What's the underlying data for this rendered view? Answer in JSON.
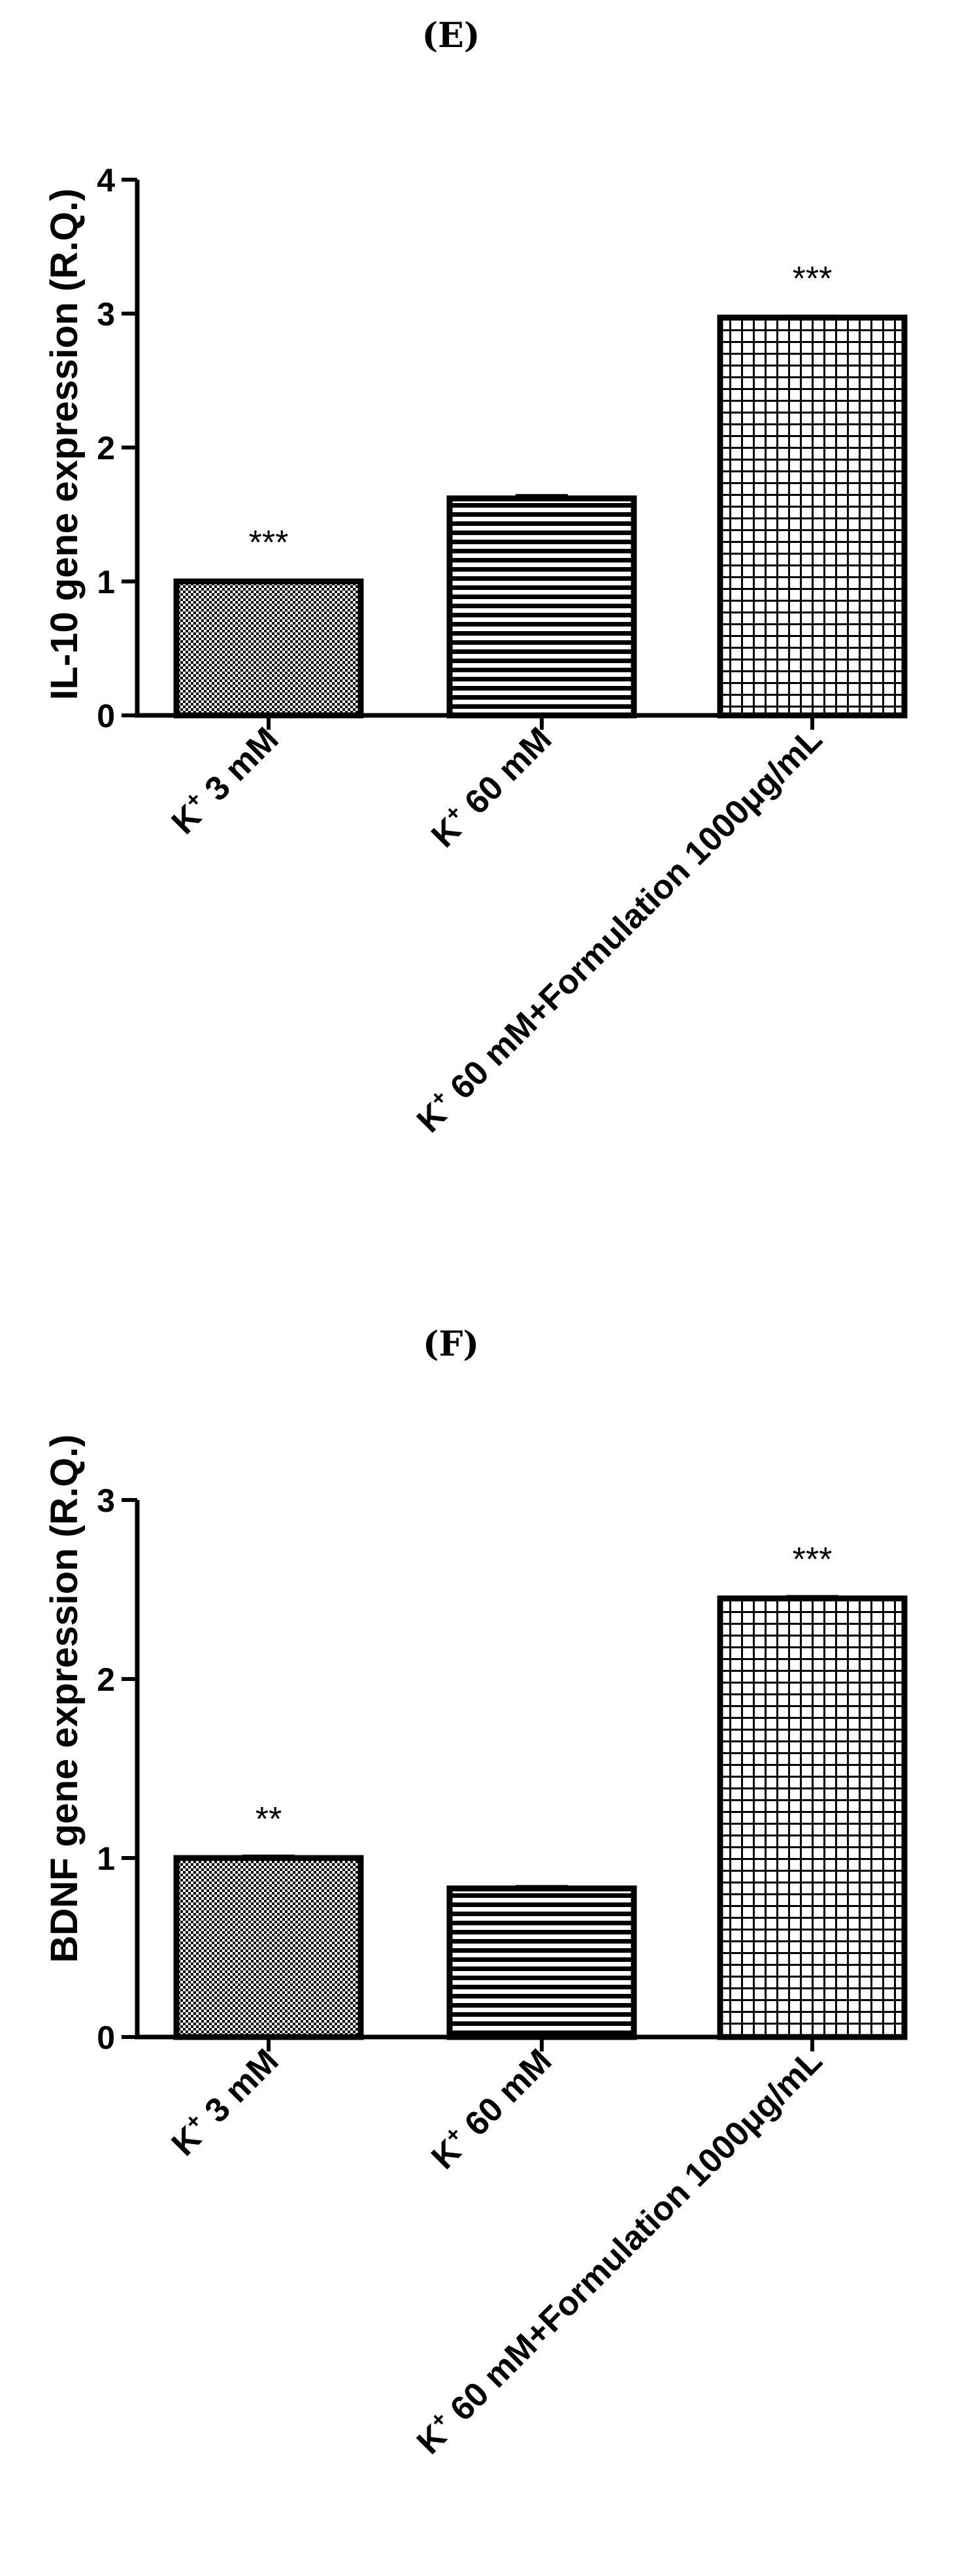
{
  "panels": [
    {
      "label": "(E)",
      "chart_data": {
        "type": "bar",
        "categories": [
          [
            "K",
            "+",
            " 3 mM"
          ],
          [
            "K",
            "+",
            " 60 mM"
          ],
          [
            "K",
            "+",
            " 60 mM+Formulation 1000μg/mL"
          ]
        ],
        "values": [
          1.0,
          1.62,
          2.97
        ],
        "errors": [
          0.01,
          0.02,
          0.01
        ],
        "significance": [
          "***",
          "",
          "***"
        ],
        "patterns": [
          "checker",
          "horizontal",
          "grid"
        ],
        "ylabel": "IL-10 gene expression (R.Q.)",
        "xlabel": "",
        "ylim": [
          0,
          4
        ],
        "yticks": [
          "0",
          "1",
          "2",
          "3",
          "4"
        ],
        "grid": false
      }
    },
    {
      "label": "(F)",
      "chart_data": {
        "type": "bar",
        "categories": [
          [
            "K",
            "+",
            " 3 mM"
          ],
          [
            "K",
            "+",
            " 60 mM"
          ],
          [
            "K",
            "+",
            " 60 mM+Formulation 1000μg/mL"
          ]
        ],
        "values": [
          1.0,
          0.83,
          2.45
        ],
        "errors": [
          0.01,
          0.01,
          0.01
        ],
        "significance": [
          "**",
          "",
          "***"
        ],
        "patterns": [
          "checker",
          "horizontal",
          "grid"
        ],
        "ylabel": "BDNF gene expression (R.Q.)",
        "xlabel": "",
        "ylim": [
          0,
          3
        ],
        "yticks": [
          "0",
          "1",
          "2",
          "3"
        ],
        "grid": false
      }
    }
  ]
}
